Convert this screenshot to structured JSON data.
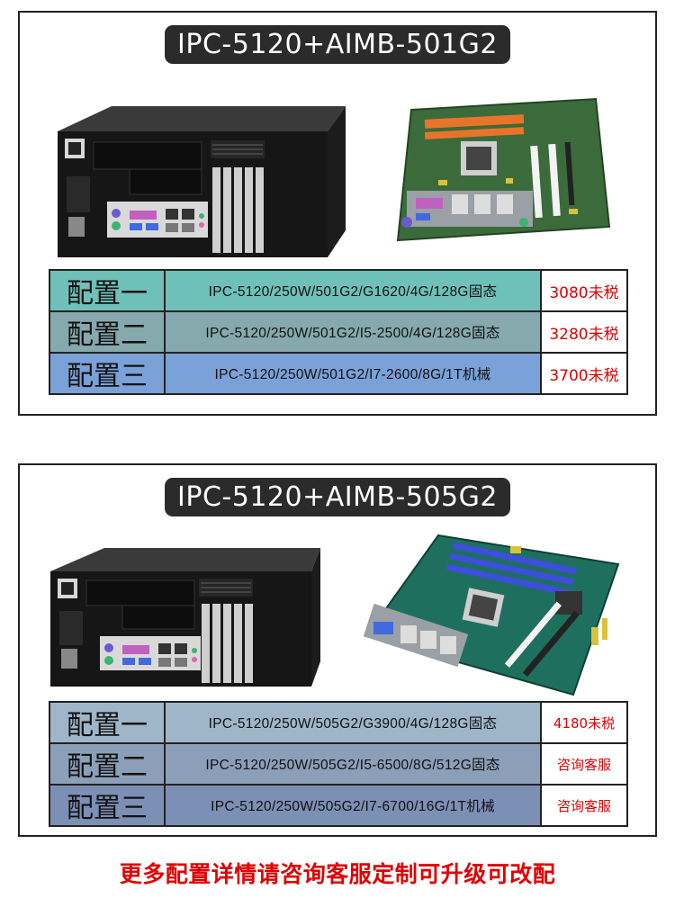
{
  "colors": {
    "title_bg": "#2b2b2b",
    "row1_bg": "#6fc0b8",
    "row2_bg": "#85a9ad",
    "row3_bg": "#7aa1d8",
    "row1_bg_b": "#9fb6c9",
    "row2_bg_b": "#8c9fb9",
    "row3_bg_b": "#7c8fb5",
    "price_red": "#e00000"
  },
  "sections": [
    {
      "title": "IPC-5120+AIMB-501G2",
      "case_image": "industrial-pc-case-image",
      "board_image": "motherboard-image",
      "configs": [
        {
          "name": "配置一",
          "spec": "IPC-5120/250W/501G2/G1620/4G/128G固态",
          "price": "3080未税"
        },
        {
          "name": "配置二",
          "spec": "IPC-5120/250W/501G2/I5-2500/4G/128G固态",
          "price": "3280未税"
        },
        {
          "name": "配置三",
          "spec": "IPC-5120/250W/501G2/I7-2600/8G/1T机械",
          "price": "3700未税"
        }
      ]
    },
    {
      "title": "IPC-5120+AIMB-505G2",
      "case_image": "industrial-pc-case-image",
      "board_image": "motherboard-image",
      "configs": [
        {
          "name": "配置一",
          "spec": "IPC-5120/250W/505G2/G3900/4G/128G固态",
          "price": "4180未税"
        },
        {
          "name": "配置二",
          "spec": "IPC-5120/250W/505G2/I5-6500/8G/512G固态",
          "price": "咨询客服"
        },
        {
          "name": "配置三",
          "spec": "IPC-5120/250W/505G2/I7-6700/16G/1T机械",
          "price": "咨询客服"
        }
      ]
    }
  ],
  "footer": "更多配置详情请咨询客服定制可升级可改配"
}
